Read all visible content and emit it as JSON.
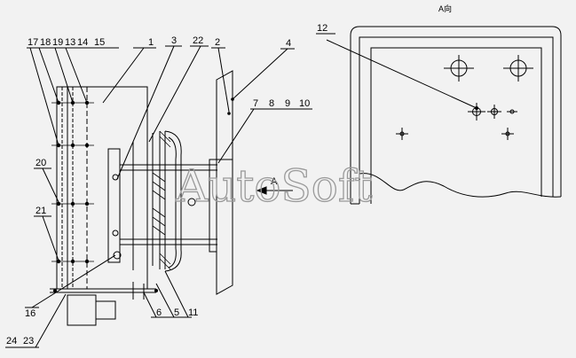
{
  "view_label": "A向",
  "section_arrow_label": "A",
  "watermark": "AutoSoft",
  "callouts": [
    "1",
    "2",
    "3",
    "4",
    "5",
    "6",
    "7",
    "8",
    "9",
    "10",
    "11",
    "12",
    "13",
    "14",
    "15",
    "16",
    "17",
    "18",
    "19",
    "20",
    "21",
    "22",
    "23",
    "24"
  ],
  "colors": {
    "background": "#f2f2f2",
    "line": "#000000",
    "watermark": "#9a9a9a"
  }
}
